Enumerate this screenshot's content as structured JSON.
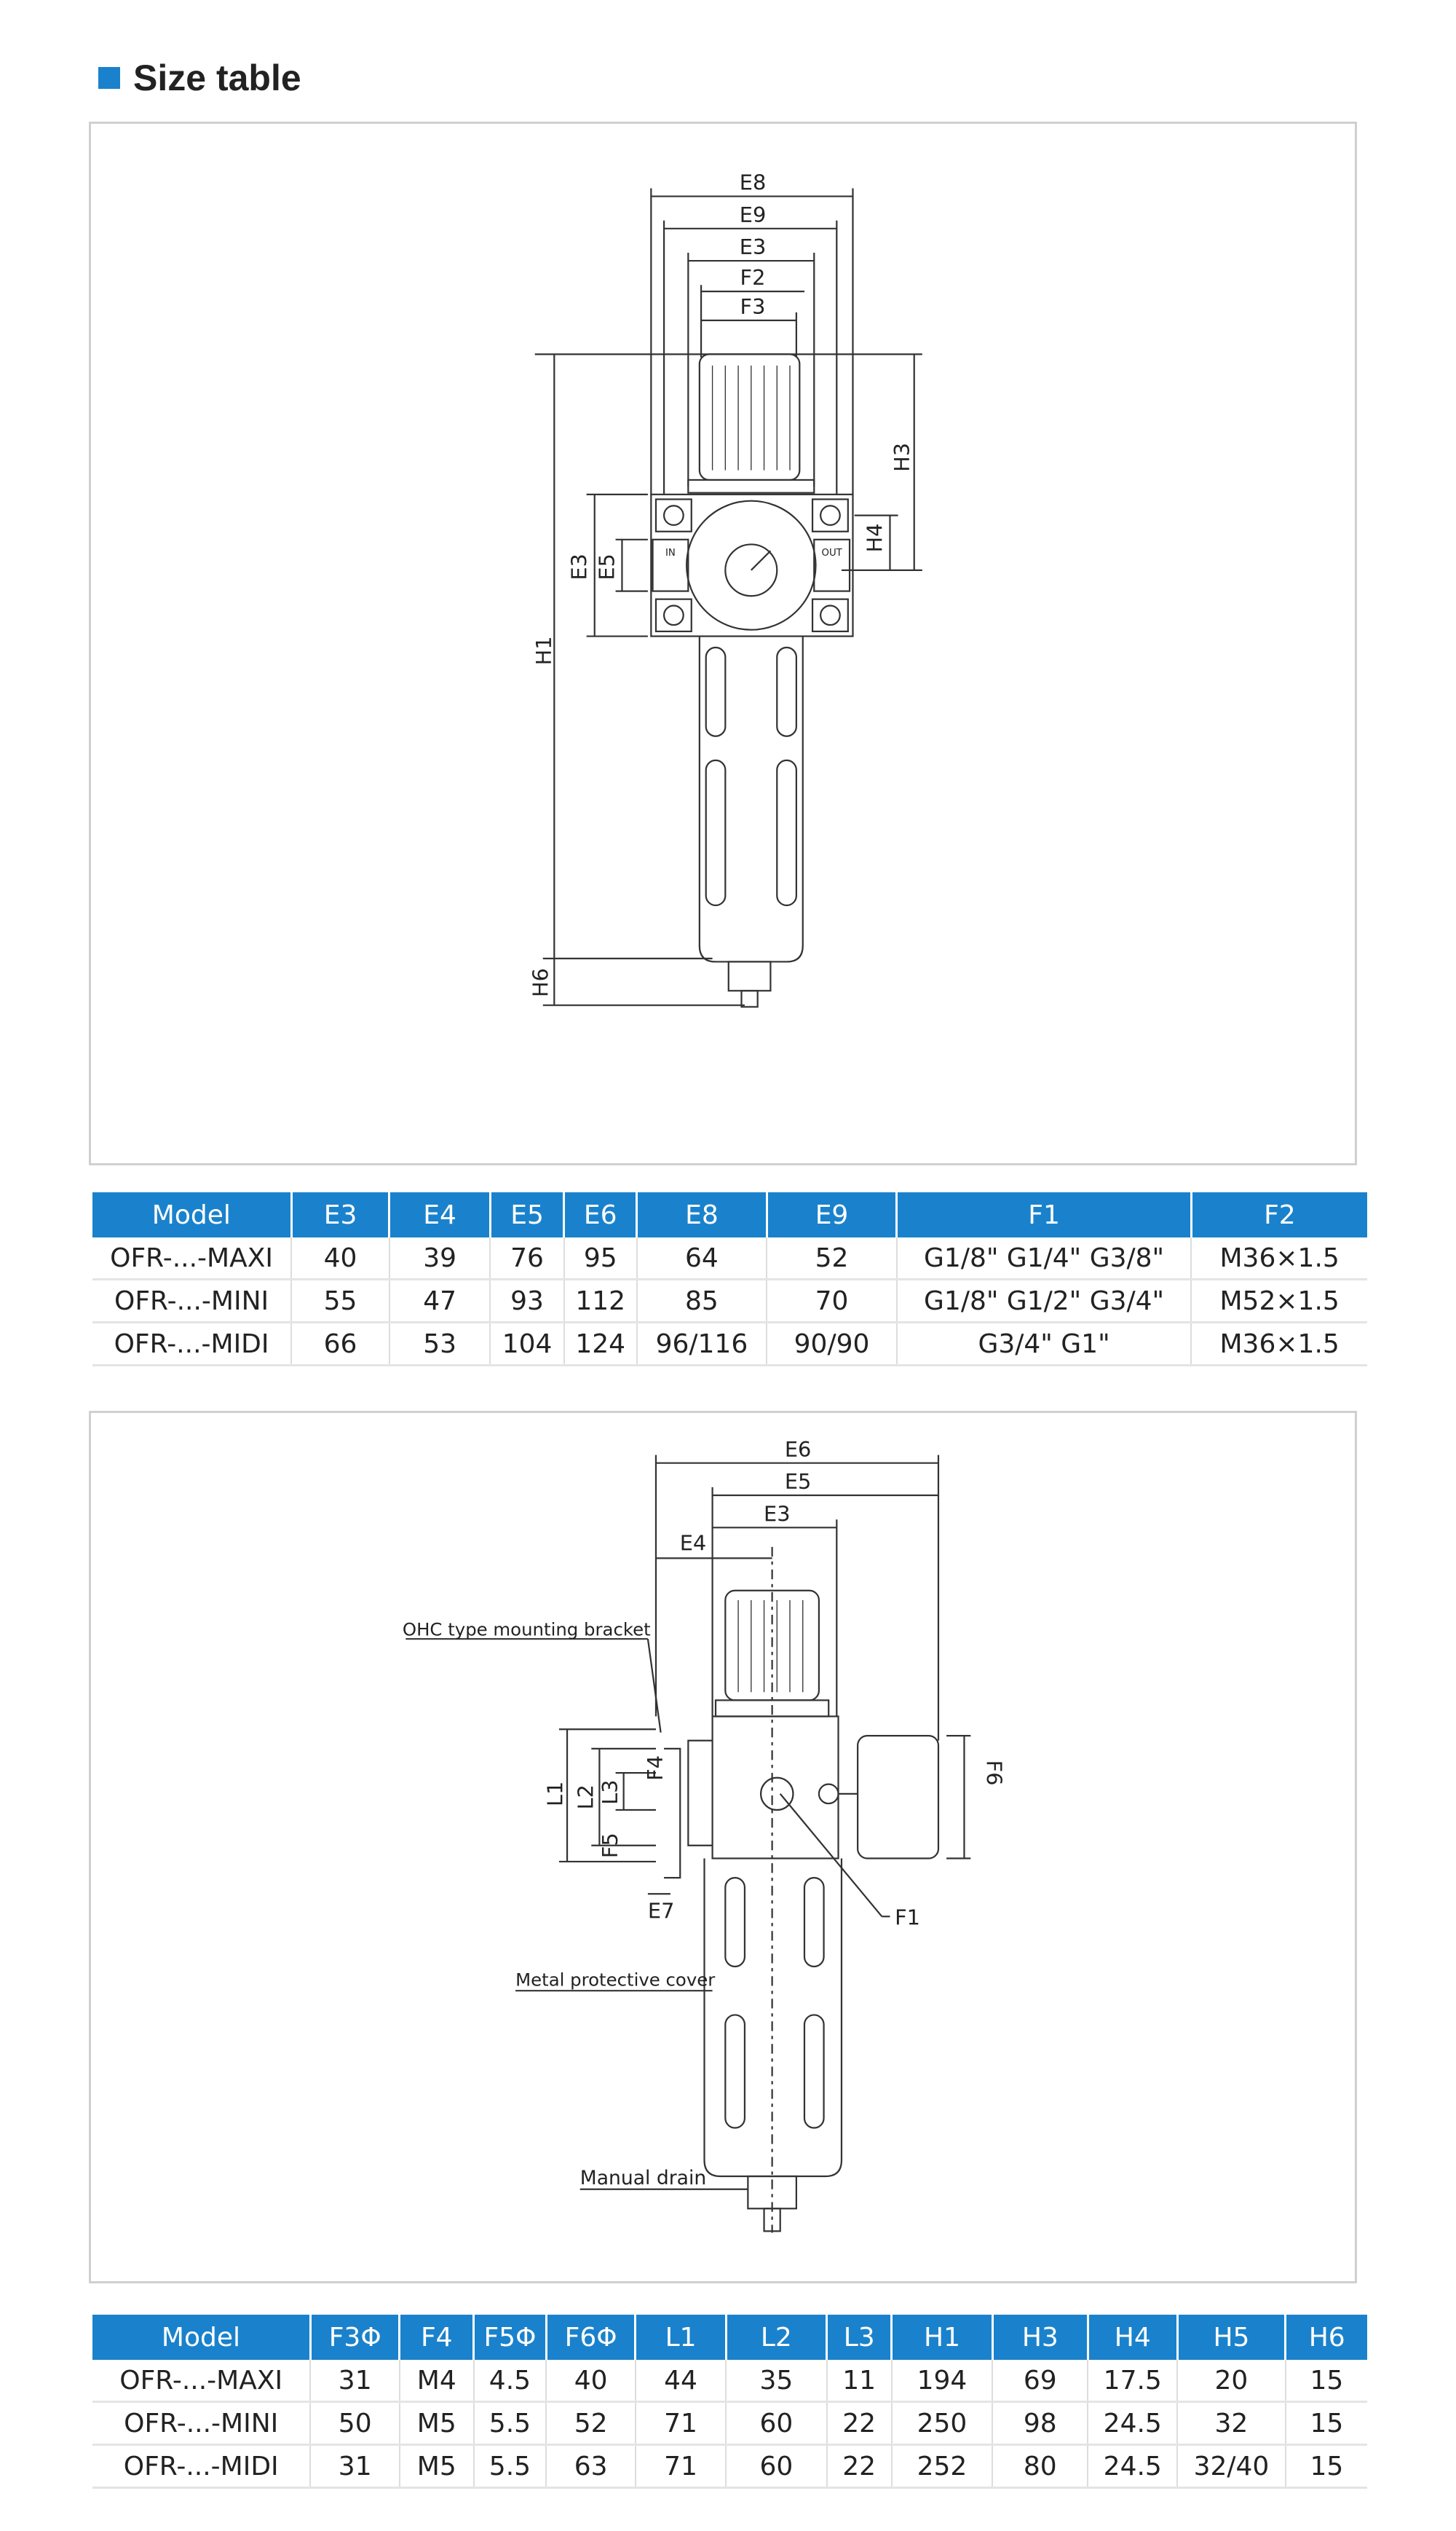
{
  "title": "Size table",
  "colors": {
    "header_bg": "#1a82cc",
    "header_text": "#ffffff"
  },
  "drawing1": {
    "labels": {
      "E8": "E8",
      "E9": "E9",
      "E3": "E3",
      "F2": "F2",
      "F3": "F3",
      "H3": "H3",
      "H4": "H4",
      "H1": "H1",
      "E3_side": "E3",
      "E5": "E5",
      "H6": "H6",
      "in": "IN",
      "out": "OUT"
    }
  },
  "table1": {
    "headers": [
      "Model",
      "E3",
      "E4",
      "E5",
      "E6",
      "E8",
      "E9",
      "F1",
      "F2"
    ],
    "rows": [
      [
        "OFR-...-MAXI",
        "40",
        "39",
        "76",
        "95",
        "64",
        "52",
        "G1/8\"  G1/4\"  G3/8\"",
        "M36×1.5"
      ],
      [
        "OFR-...-MINI",
        "55",
        "47",
        "93",
        "112",
        "85",
        "70",
        "G1/8\"  G1/2\"  G3/4\"",
        "M52×1.5"
      ],
      [
        "OFR-...-MIDI",
        "66",
        "53",
        "104",
        "124",
        "96/116",
        "90/90",
        "G3/4\"  G1\"",
        "M36×1.5"
      ]
    ]
  },
  "drawing2": {
    "labels": {
      "E6": "E6",
      "E5": "E5",
      "E3": "E3",
      "E4": "E4",
      "bracket": "OHC type mounting bracket",
      "L1": "L1",
      "L2": "L2",
      "L3": "L3",
      "F4": "F4",
      "F5": "F5",
      "E7": "E7",
      "F6": "F6",
      "F1": "F1",
      "cover": "Metal protective cover",
      "drain": "Manual drain"
    }
  },
  "table2": {
    "headers": [
      "Model",
      "F3Φ",
      "F4",
      "F5Φ",
      "F6Φ",
      "L1",
      "L2",
      "L3",
      "H1",
      "H3",
      "H4",
      "H5",
      "H6"
    ],
    "rows": [
      [
        "OFR-...-MAXI",
        "31",
        "M4",
        "4.5",
        "40",
        "44",
        "35",
        "11",
        "194",
        "69",
        "17.5",
        "20",
        "15"
      ],
      [
        "OFR-...-MINI",
        "50",
        "M5",
        "5.5",
        "52",
        "71",
        "60",
        "22",
        "250",
        "98",
        "24.5",
        "32",
        "15"
      ],
      [
        "OFR-...-MIDI",
        "31",
        "M5",
        "5.5",
        "63",
        "71",
        "60",
        "22",
        "252",
        "80",
        "24.5",
        "32/40",
        "15"
      ]
    ]
  }
}
